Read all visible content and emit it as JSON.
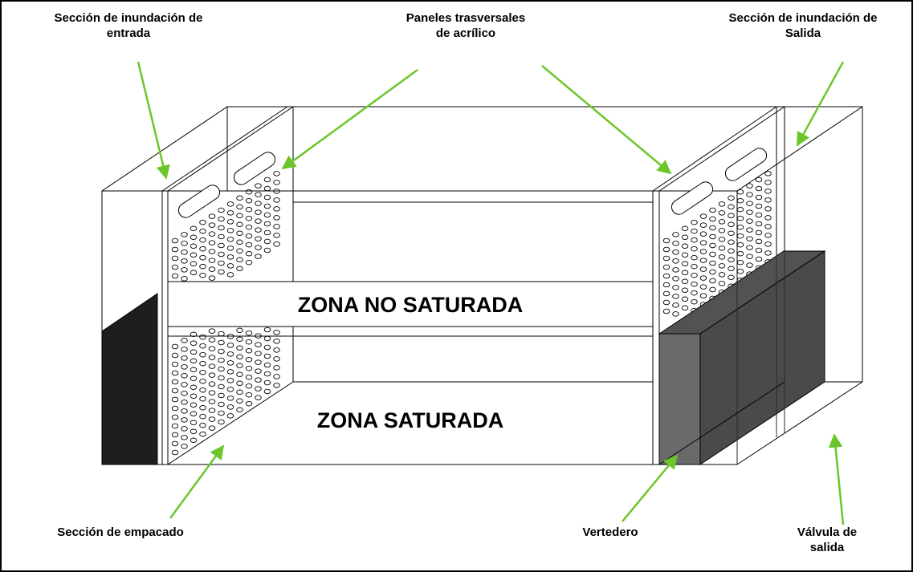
{
  "labels": {
    "inlet_flood_section": [
      "Sección de inundación de",
      "entrada"
    ],
    "acrylic_panels": [
      "Paneles trasversales",
      "de acrílico"
    ],
    "outlet_flood_section": [
      "Sección de inundación de",
      "Salida"
    ],
    "packing_section": "Sección de empacado",
    "weir": "Vertedero",
    "outlet_valve": [
      "Válvula de",
      "salida"
    ]
  },
  "zones": {
    "unsaturated": "ZONA NO SATURADA",
    "saturated": "ZONA SATURADA"
  },
  "colors": {
    "arrow": "#6cc62a",
    "outline": "#000000",
    "inlet_fill": "#1e1e1e",
    "weir_fill_front": "#6a6a6a",
    "weir_fill_top": "#4a4a4a"
  }
}
